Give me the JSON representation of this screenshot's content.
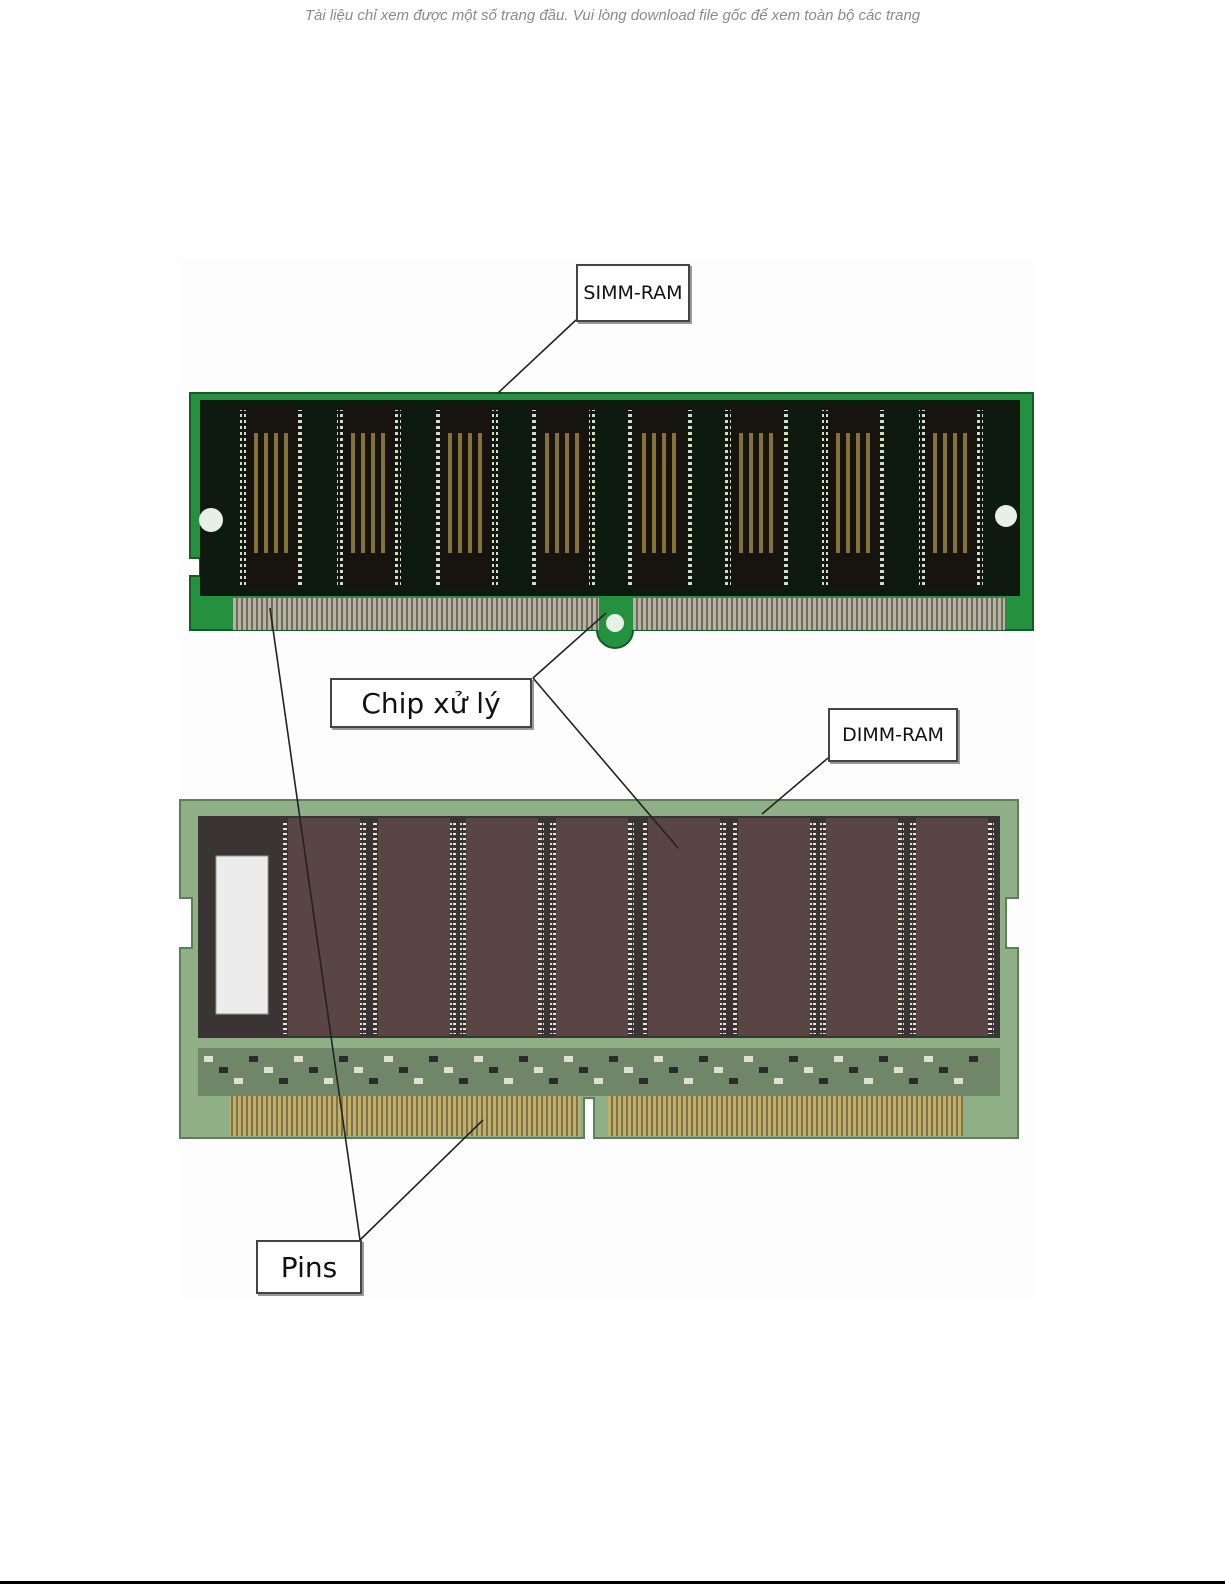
{
  "header": {
    "notice": "Tài liệu chỉ xem được một số trang đầu. Vui lòng download file gốc để xem toàn bộ các trang"
  },
  "figure": {
    "callouts": {
      "simm": "SIMM-RAM",
      "chip": "Chip xử lý",
      "dimm": "DIMM-RAM",
      "pins": "Pins"
    },
    "colors": {
      "simm_pcb": "#1e8c3a",
      "simm_chip": "#17140f",
      "dimm_pcb": "#8fae86",
      "dimm_chip": "#5a4545",
      "gold_pins": "#a9a06a"
    }
  }
}
